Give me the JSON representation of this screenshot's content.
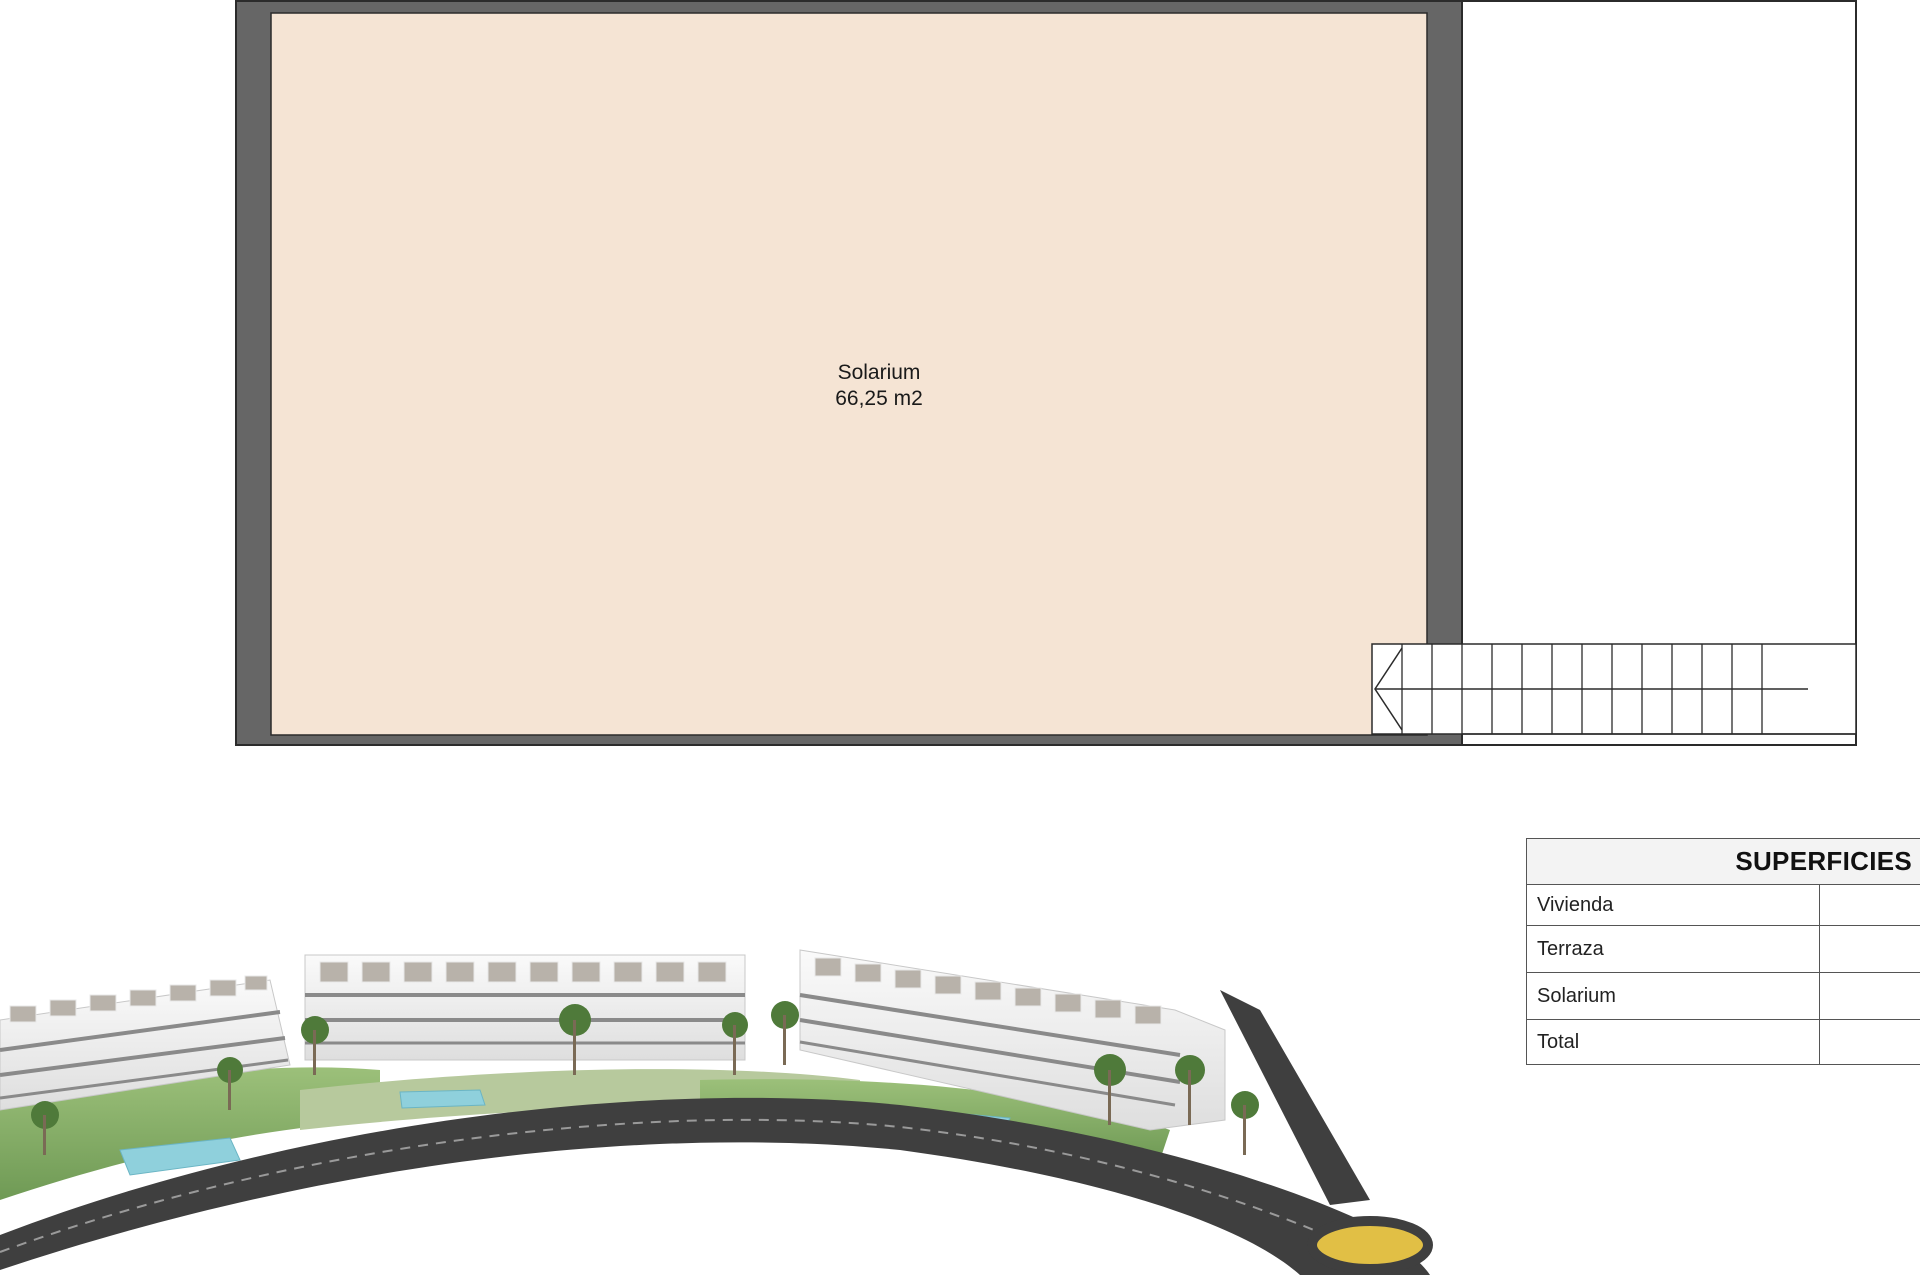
{
  "plan": {
    "room_name": "Solarium",
    "room_area": "66,25 m2"
  },
  "superficies": {
    "title": "SUPERFICIES",
    "rows": [
      {
        "label": "Vivienda",
        "value": ""
      },
      {
        "label": "Terraza",
        "value": ""
      },
      {
        "label": "Solarium",
        "value": ""
      },
      {
        "label": "Total",
        "value": ""
      }
    ]
  },
  "colors": {
    "wall": "#666666",
    "floor": "#f5e4d4",
    "outline": "#2b2b2b",
    "road": "#3f3f3f",
    "roundabout": "#e1bf45",
    "pool": "#8fd0dc",
    "lawn": "#86b06a"
  },
  "icons": {
    "stair_arrow": "arrow-left-icon"
  }
}
